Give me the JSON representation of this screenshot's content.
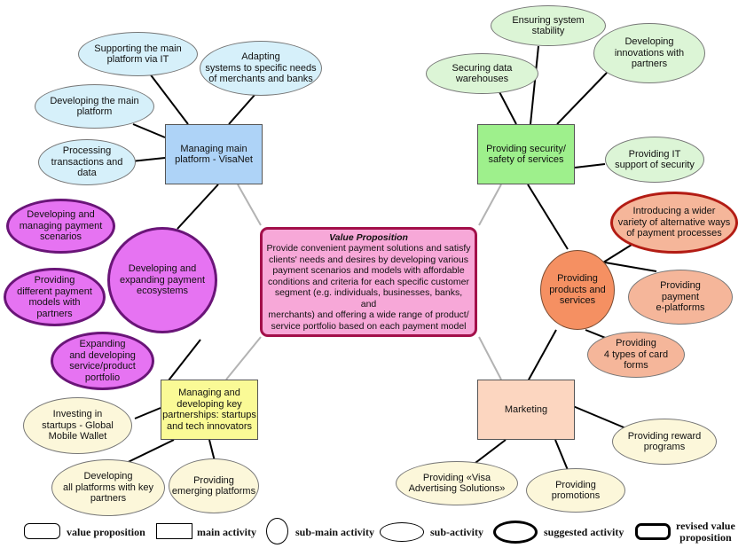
{
  "center": {
    "title": "Value Proposition",
    "text": "Provide convenient payment solutions and satisfy\nclients' needs and desires by developing various\npayment scenarios and models with affordable\nconditions and criteria for each specific customer\nsegment (e.g. individuals, businesses, banks, and\nmerchants) and offering a wide range of product/\nservice portfolio based on each payment model"
  },
  "main_activities": {
    "visanet": "Managing main\nplatform - VisaNet",
    "security": "Providing security/\nsafety of services",
    "partnerships": "Managing and\ndeveloping key\npartnerships: startups\nand tech innovators",
    "marketing": "Marketing"
  },
  "sub_main_activities": {
    "ecosystems": "Developing and\nexpanding payment\necosystems",
    "products": "Providing\nproducts and\nservices"
  },
  "sub_activities": {
    "supporting_it": "Supporting the main\nplatform via IT",
    "adapting": "Adapting\nsystems to specific needs\nof merchants and banks",
    "developing_platform": "Developing the main\nplatform",
    "processing": "Processing\ntransactions and\ndata",
    "ensuring": "Ensuring system\nstability",
    "securing": "Securing data\nwarehouses",
    "innovations": "Developing\ninnovations with\npartners",
    "it_support": "Providing IT\nsupport of security",
    "investing": "Investing in\nstartups - Global\nMobile Wallet",
    "all_platforms": "Developing\nall platforms with key\npartners",
    "emerging": "Providing\nemerging platforms",
    "e_platforms": "Providing\npayment\ne-platforms",
    "card_forms": "Providing\n4 types of card\nforms",
    "reward": "Providing reward\nprograms",
    "visa_ads": "Providing «Visa\nAdvertising Solutions»",
    "promotions": "Providing\npromotions"
  },
  "suggested_activities": {
    "payment_scenarios": "Developing and\nmanaging payment\nscenarios",
    "payment_models": "Providing\ndifferent payment\nmodels with\npartners",
    "service_portfolio": "Expanding\nand developing\nservice/product\nportfolio",
    "alternative_ways": "Introducing a wider\nvariety of alternative ways\nof payment processes"
  },
  "legend": {
    "value_proposition": "value proposition",
    "main_activity": "main activity",
    "sub_main_activity": "sub-main activity",
    "sub_activity": "sub-activity",
    "suggested_activity": "suggested activity",
    "revised_value_proposition": "revised value\nproposition"
  },
  "colors": {
    "blue_box": "#aed3f7",
    "blue_ellipse": "#d6f0fa",
    "green_box": "#9ef08c",
    "green_ellipse": "#dcf5d6",
    "yellow_box": "#fafa96",
    "yellow_ellipse": "#fcf7da",
    "peach_box": "#fcd6c0",
    "orange_submain": "#f59062",
    "salmon_ellipse": "#f5b69a",
    "purple_submain": "#e673f2",
    "center_fill": "#f7a8d8",
    "center_border": "#a3104a",
    "purple_border": "#6a1578",
    "red_border": "#b31c14"
  }
}
